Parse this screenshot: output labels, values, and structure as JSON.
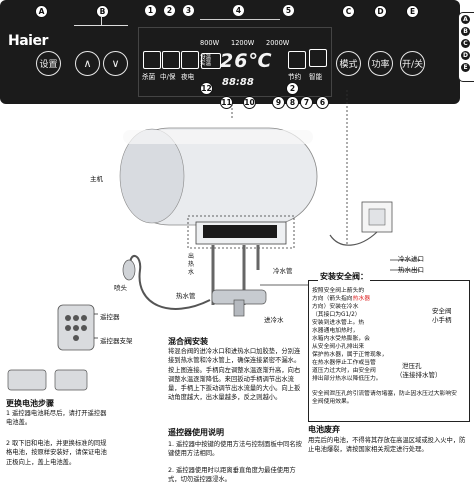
{
  "brand": "Haier",
  "panel": {
    "left_buttons": {
      "set_label": "设置",
      "up_symbol": "∧",
      "down_symbol": "∨"
    },
    "right_buttons": {
      "mode_label": "模式",
      "power_label": "功率",
      "onoff_label": "开/关"
    },
    "letters": {
      "A": "A",
      "B": "B",
      "C": "C",
      "D": "D",
      "E": "E"
    },
    "top_numbers": [
      "1",
      "2",
      "3",
      "4",
      "5"
    ],
    "bottom_numbers": [
      "12",
      "11",
      "10",
      "9",
      "8",
      "7",
      "6"
    ],
    "mid_number": "2",
    "icon_labels": {
      "sterilize": "杀菌",
      "mid_warm": "中/保",
      "night": "夜电",
      "set_temp": "设温\n实温",
      "eco": "节约",
      "smart": "智能"
    },
    "power_options": [
      "800W",
      "1200W",
      "2000W"
    ],
    "temp_display": "26℃",
    "time_display": "88:88"
  },
  "side_legend": [
    "A",
    "B",
    "C",
    "D",
    "E"
  ],
  "diagram": {
    "host_label": "主机",
    "cold_water_in": "冷水进口",
    "hot_water_out": "热水出口",
    "out_water_left": "出\n热\n水",
    "cold_water_pipe": "冷水管",
    "hot_water_pipe": "热水管",
    "enter_cold": "进冷水",
    "shower_label": "喷头",
    "remote_label": "遥控器",
    "remote_bracket": "遥控器支架"
  },
  "battery": {
    "title": "更换电池步骤",
    "steps": [
      "1 遥控器电池耗尽后，请打开遥控器电池盖。",
      "2 取下旧和电池，并更换标准的同规格电池，按原样安装好，请保证电池正极向上，盖上电池盖。"
    ]
  },
  "mixing_valve": {
    "title": "混合阀安装",
    "text": "将混合阀的进冷水口和进热水口加胶垫，分别连接到热水管和冷水管上，确保连接紧密不漏水。\n按上图连接。手柄向左调整水温逐渐升高，向右调整水温逐渐降低。来回扳动手柄调节出水流量，手柄上下扳动调节出水流量的大小。向上扳动角度越大，出水量越多，反之则越小。"
  },
  "remote_usage": {
    "title": "遥控器使用说明",
    "items": [
      "1. 遥控器中按键的使用方法与控制面板中同名按键使用方法相同。",
      "2. 遥控器使用时以距离垂直角度为最佳使用方式，切勿遥控器浸水。"
    ]
  },
  "safety_valve": {
    "title": "安装安全阀：",
    "text_lines": [
      "按照安全阀上箭头的",
      "方向（箭头指向",
      "方向）安装在冷水",
      "（其接口为G1/2）",
      "安装到进水管上。热",
      "水器通电加热时，",
      "水箱内水受热膨胀，会",
      "从安全阀小孔排出来",
      "保护热水器，属于正常现象，",
      "在热水器停止工作或当管",
      "道压力过大时，由安全阀",
      "排出部分热水以降低压力。"
    ],
    "red_text": "热水器",
    "more_text": "安全阀泄压孔的引流管请勿堵塞，防止因水压过大影响安全阀使用效果。",
    "valve_label": "安全阀",
    "valve_sub": "小手柄",
    "relief_label": "泄压孔",
    "relief_sub": "（连接排水管）"
  },
  "battery_disposal": {
    "title": "电池废弃",
    "text": "用完后的电池，不得将其存放在高温区域或投入火中，防止电池爆裂，请按国家相关规定进行处理。"
  },
  "colors": {
    "panel_bg": "#1b1b1b",
    "text_dark": "#111111",
    "accent_red": "#d22222",
    "bubble_bg": "#1a1a1a"
  }
}
